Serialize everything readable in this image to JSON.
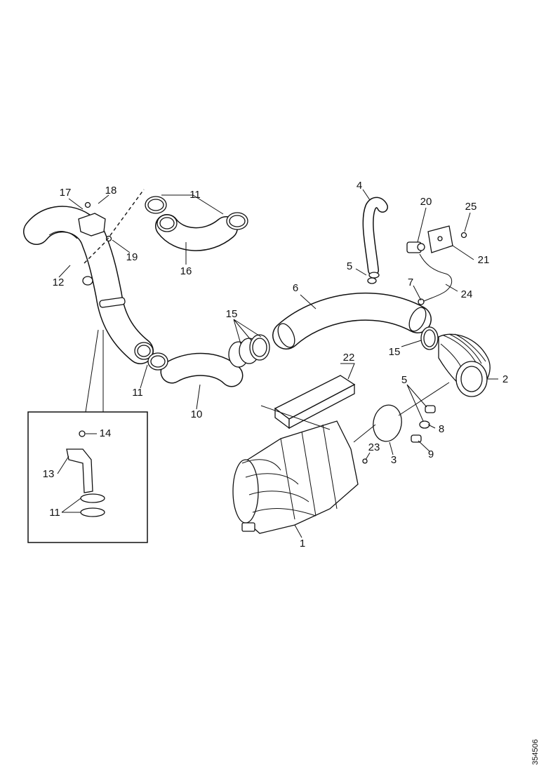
{
  "labels": {
    "p1": "1",
    "p2": "2",
    "p3": "3",
    "p4": "4",
    "p5a": "5",
    "p5b": "5",
    "p6": "6",
    "p7": "7",
    "p8": "8",
    "p9": "9",
    "p10": "10",
    "p11a": "11",
    "p11b": "11",
    "p11c": "11",
    "p12": "12",
    "p13": "13",
    "p14": "14",
    "p15a": "15",
    "p15b": "15",
    "p16": "16",
    "p17": "17",
    "p18": "18",
    "p19": "19",
    "p20": "20",
    "p21": "21",
    "p22": "22",
    "p23": "23",
    "p24": "24",
    "p25": "25"
  },
  "figure_id": "354506"
}
